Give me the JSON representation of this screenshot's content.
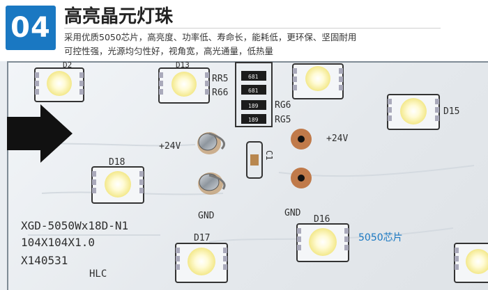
{
  "header": {
    "section_number": "04",
    "title": "高亮晶元灯珠",
    "description_line1": "采用优质5050芯片，高亮度、功率低、寿命长，能耗低，更环保、坚固耐用",
    "description_line2": "可控性强，光源均匀性好，视角宽，高光通量，低热量"
  },
  "board": {
    "led_labels": [
      "D2",
      "D13",
      "D15",
      "D18",
      "D16",
      "D17"
    ],
    "resistor_labels": [
      "RR5",
      "R66",
      "RG6",
      "RG5"
    ],
    "resistor_codes": [
      "681",
      "681",
      "189",
      "189"
    ],
    "capacitor_label": "C1",
    "pad_labels": {
      "left_plus": "+24V",
      "right_plus": "+24V",
      "left_gnd": "GND",
      "right_gnd": "GND"
    },
    "silkscreen": {
      "line1": "XGD-5050Wx18D-N1",
      "line2": "104X104X1.0",
      "line3": "X140531",
      "maker": "HLC"
    },
    "chip_callout": "5050芯片"
  },
  "colors": {
    "accent": "#1a78c2",
    "callout_text": "#1a78c2",
    "copper_pad": "#c07a4a",
    "led_glow": "#fff7b0"
  }
}
